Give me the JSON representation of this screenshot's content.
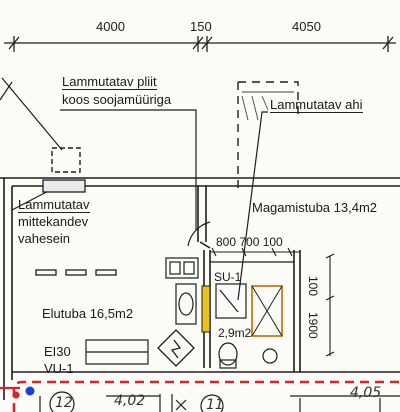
{
  "dimensions": {
    "top_left": "4000",
    "top_middle": "150",
    "top_right": "4050"
  },
  "notes": {
    "stove": [
      "Lammutatav pliit",
      "koos soojamüüriga"
    ],
    "oven": "Lammutatav ahi",
    "partition": [
      "Lammutatav",
      "mittekandev",
      "vahesein"
    ]
  },
  "rooms": {
    "bedroom": "Magamistuba 13,4m2",
    "living": "Elutuba 16,5m2",
    "wc_code": "SU-1",
    "wc_area": "2,9m2"
  },
  "inline_dims": {
    "widths": "800 700 100",
    "vertical_a": "100",
    "vertical_b": "1900"
  },
  "door_note": [
    "EI30",
    "VU-1"
  ],
  "bottom_marks": {
    "left_axis": "12",
    "left_dim": "4,02",
    "mid_axis": "11",
    "right_dim": "4,05"
  },
  "colors": {
    "line": "#1e1e1e",
    "dashed_red": "#d9252a",
    "ventilation": "#e8c31f",
    "orange_frame": "#d9832a",
    "blue_dot": "#1f3fd1"
  }
}
